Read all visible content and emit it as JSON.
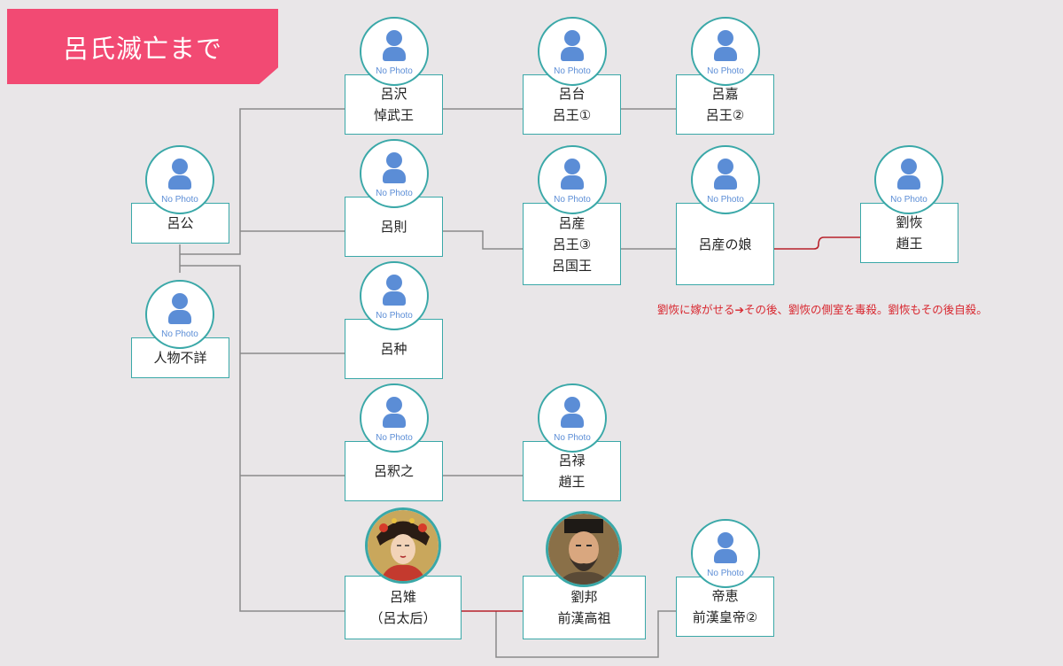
{
  "title": "呂氏滅亡まで",
  "no_photo_label": "No Photo",
  "annotation": "劉恢に嫁がせる➔その後、劉恢の側室を毒殺。劉恢もその後自殺。",
  "people": {
    "ryoko": {
      "lines": [
        "呂公"
      ]
    },
    "unknown": {
      "lines": [
        "人物不詳"
      ]
    },
    "ryotaku": {
      "lines": [
        "呂沢",
        "悼武王"
      ]
    },
    "ryosoku": {
      "lines": [
        "呂則"
      ]
    },
    "ryochu": {
      "lines": [
        "呂种"
      ]
    },
    "ryoshakushi": {
      "lines": [
        "呂釈之"
      ]
    },
    "ryochi": {
      "lines": [
        "呂雉",
        "（呂太后）"
      ]
    },
    "ryodai": {
      "lines": [
        "呂台",
        "呂王①"
      ]
    },
    "ryosan": {
      "lines": [
        "呂産",
        "呂王③",
        "呂国王"
      ]
    },
    "ryoroku": {
      "lines": [
        "呂禄",
        "趙王"
      ]
    },
    "ryuho": {
      "lines": [
        "劉邦",
        "前漢高祖"
      ]
    },
    "ryoka": {
      "lines": [
        "呂嘉",
        "呂王②"
      ]
    },
    "daughter": {
      "lines": [
        "呂産の娘"
      ]
    },
    "keitei": {
      "lines": [
        "帝恵",
        "前漢皇帝②"
      ]
    },
    "ryukai": {
      "lines": [
        "劉恢",
        "趙王"
      ]
    }
  }
}
